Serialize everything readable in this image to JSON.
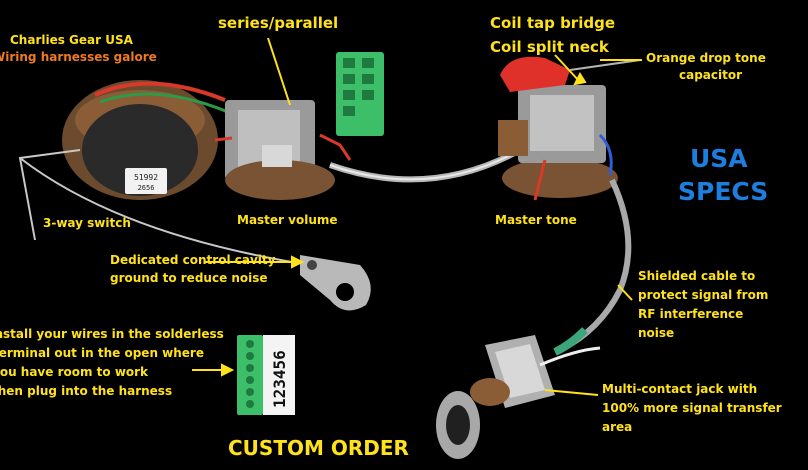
{
  "labels": {
    "brand_line1": "Charlies Gear USA",
    "brand_line2": "Wiring harnesses galore",
    "series_parallel": "series/parallel",
    "coil_tap": "Coil tap bridge",
    "coil_split": "Coil split neck",
    "orange_drop_line1": "Orange drop tone",
    "orange_drop_line2": "capacitor",
    "usa_line1": "USA",
    "usa_line2": "SPECS",
    "three_way": "3-way switch",
    "master_volume": "Master volume",
    "master_tone": "Master tone",
    "ground_line1": "Dedicated control cavity",
    "ground_line2": "ground to reduce noise",
    "shielded_line1": "Shielded cable to",
    "shielded_line2": "protect signal from",
    "shielded_line3": "RF interference",
    "shielded_line4": "noise",
    "install_line1": "Install your wires in the solderless",
    "install_line2": "terminal out in the open where",
    "install_line3": "you have room to work",
    "install_line4": "then plug into the harness",
    "jack_line1": "Multi-contact jack with",
    "jack_line2": "100% more signal transfer",
    "jack_line3": "area",
    "custom_order": "CUSTOM ORDER"
  },
  "component_text": {
    "terminal_numbers": "123456",
    "switch_sticker_line1": "51992",
    "switch_sticker_line2": "2656"
  },
  "colors": {
    "label_yellow": "#ffe21a",
    "brand_orange": "#f07a22",
    "usa_blue": "#1e7ee0",
    "terminal_green": "#3dbf6a",
    "capacitor_red": "#e0302a"
  }
}
